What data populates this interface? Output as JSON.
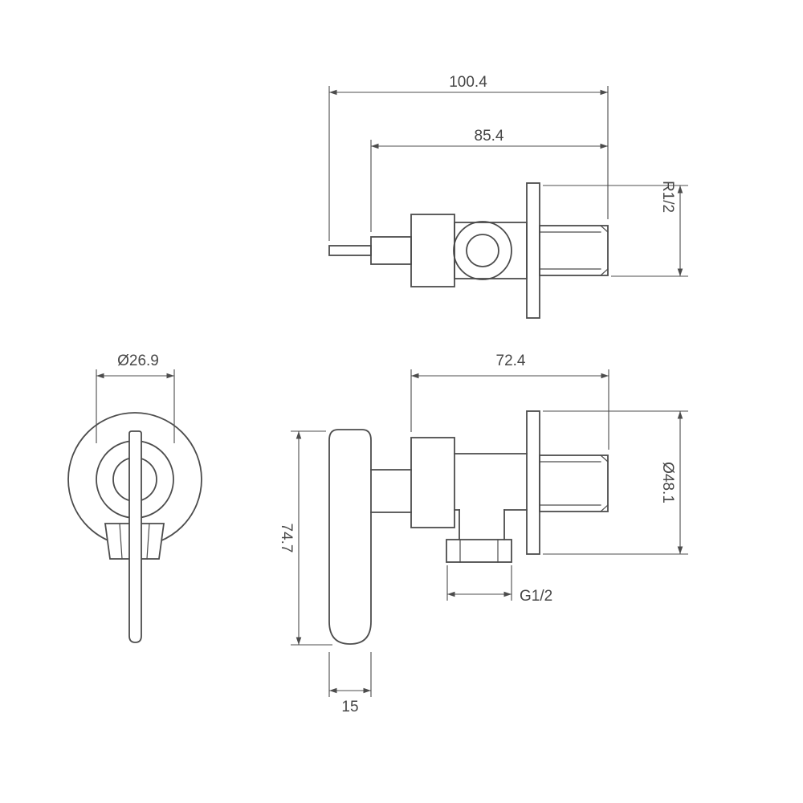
{
  "drawing": {
    "colors": {
      "background": "#ffffff",
      "line": "#4c4c4c",
      "text": "#474747"
    },
    "dimensions": {
      "overall_length": "100.4",
      "upper_body_length": "85.4",
      "inlet_thread": "R1/2",
      "body_depth": "72.4",
      "barrel_diameter": "Ø26.9",
      "flange_diameter": "Ø48.1",
      "handle_height": "74.7",
      "outlet_thread": "G1/2",
      "handle_thickness": "15"
    }
  }
}
